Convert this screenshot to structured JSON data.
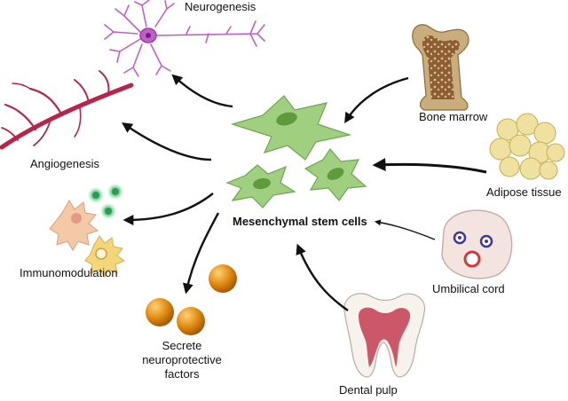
{
  "center": {
    "label": "Mesenchymal stem cells"
  },
  "sources": [
    {
      "id": "bone-marrow",
      "label": "Bone marrow"
    },
    {
      "id": "adipose-tissue",
      "label": "Adipose tissue"
    },
    {
      "id": "umbilical-cord",
      "label": "Umbilical cord"
    },
    {
      "id": "dental-pulp",
      "label": "Dental pulp"
    }
  ],
  "effects": [
    {
      "id": "neurogenesis",
      "label": "Neurogenesis"
    },
    {
      "id": "angiogenesis",
      "label": "Angiogenesis"
    },
    {
      "id": "immunomodulation",
      "label": "Immunomodulation"
    },
    {
      "id": "neuroprotective",
      "label": "Secrete\nneuroprotective\nfactors"
    }
  ],
  "colors": {
    "msc_fill": "#9fcf7f",
    "msc_stroke": "#6fa552",
    "msc_nucleus": "#5f9a3e",
    "neuron": "#c060c8",
    "vessel": "#b8254a",
    "arrow": "#111111",
    "bone_outer": "#c9ad7c",
    "bone_inner": "#7a4f2c",
    "fat": "#efe2a0",
    "fat_stroke": "#c8b25a",
    "cord_fill": "#f3e4df",
    "cord_vessel_blue": "#3d3a9a",
    "cord_vessel_red": "#d23a3a",
    "tooth": "#f7f2ec",
    "tooth_pulp": "#c84a5c",
    "orange_sphere": "#e0890f",
    "macrophage": "#f4c9a8",
    "green_cell": "#6ccf8e",
    "yellow_cell": "#f3d67a"
  }
}
